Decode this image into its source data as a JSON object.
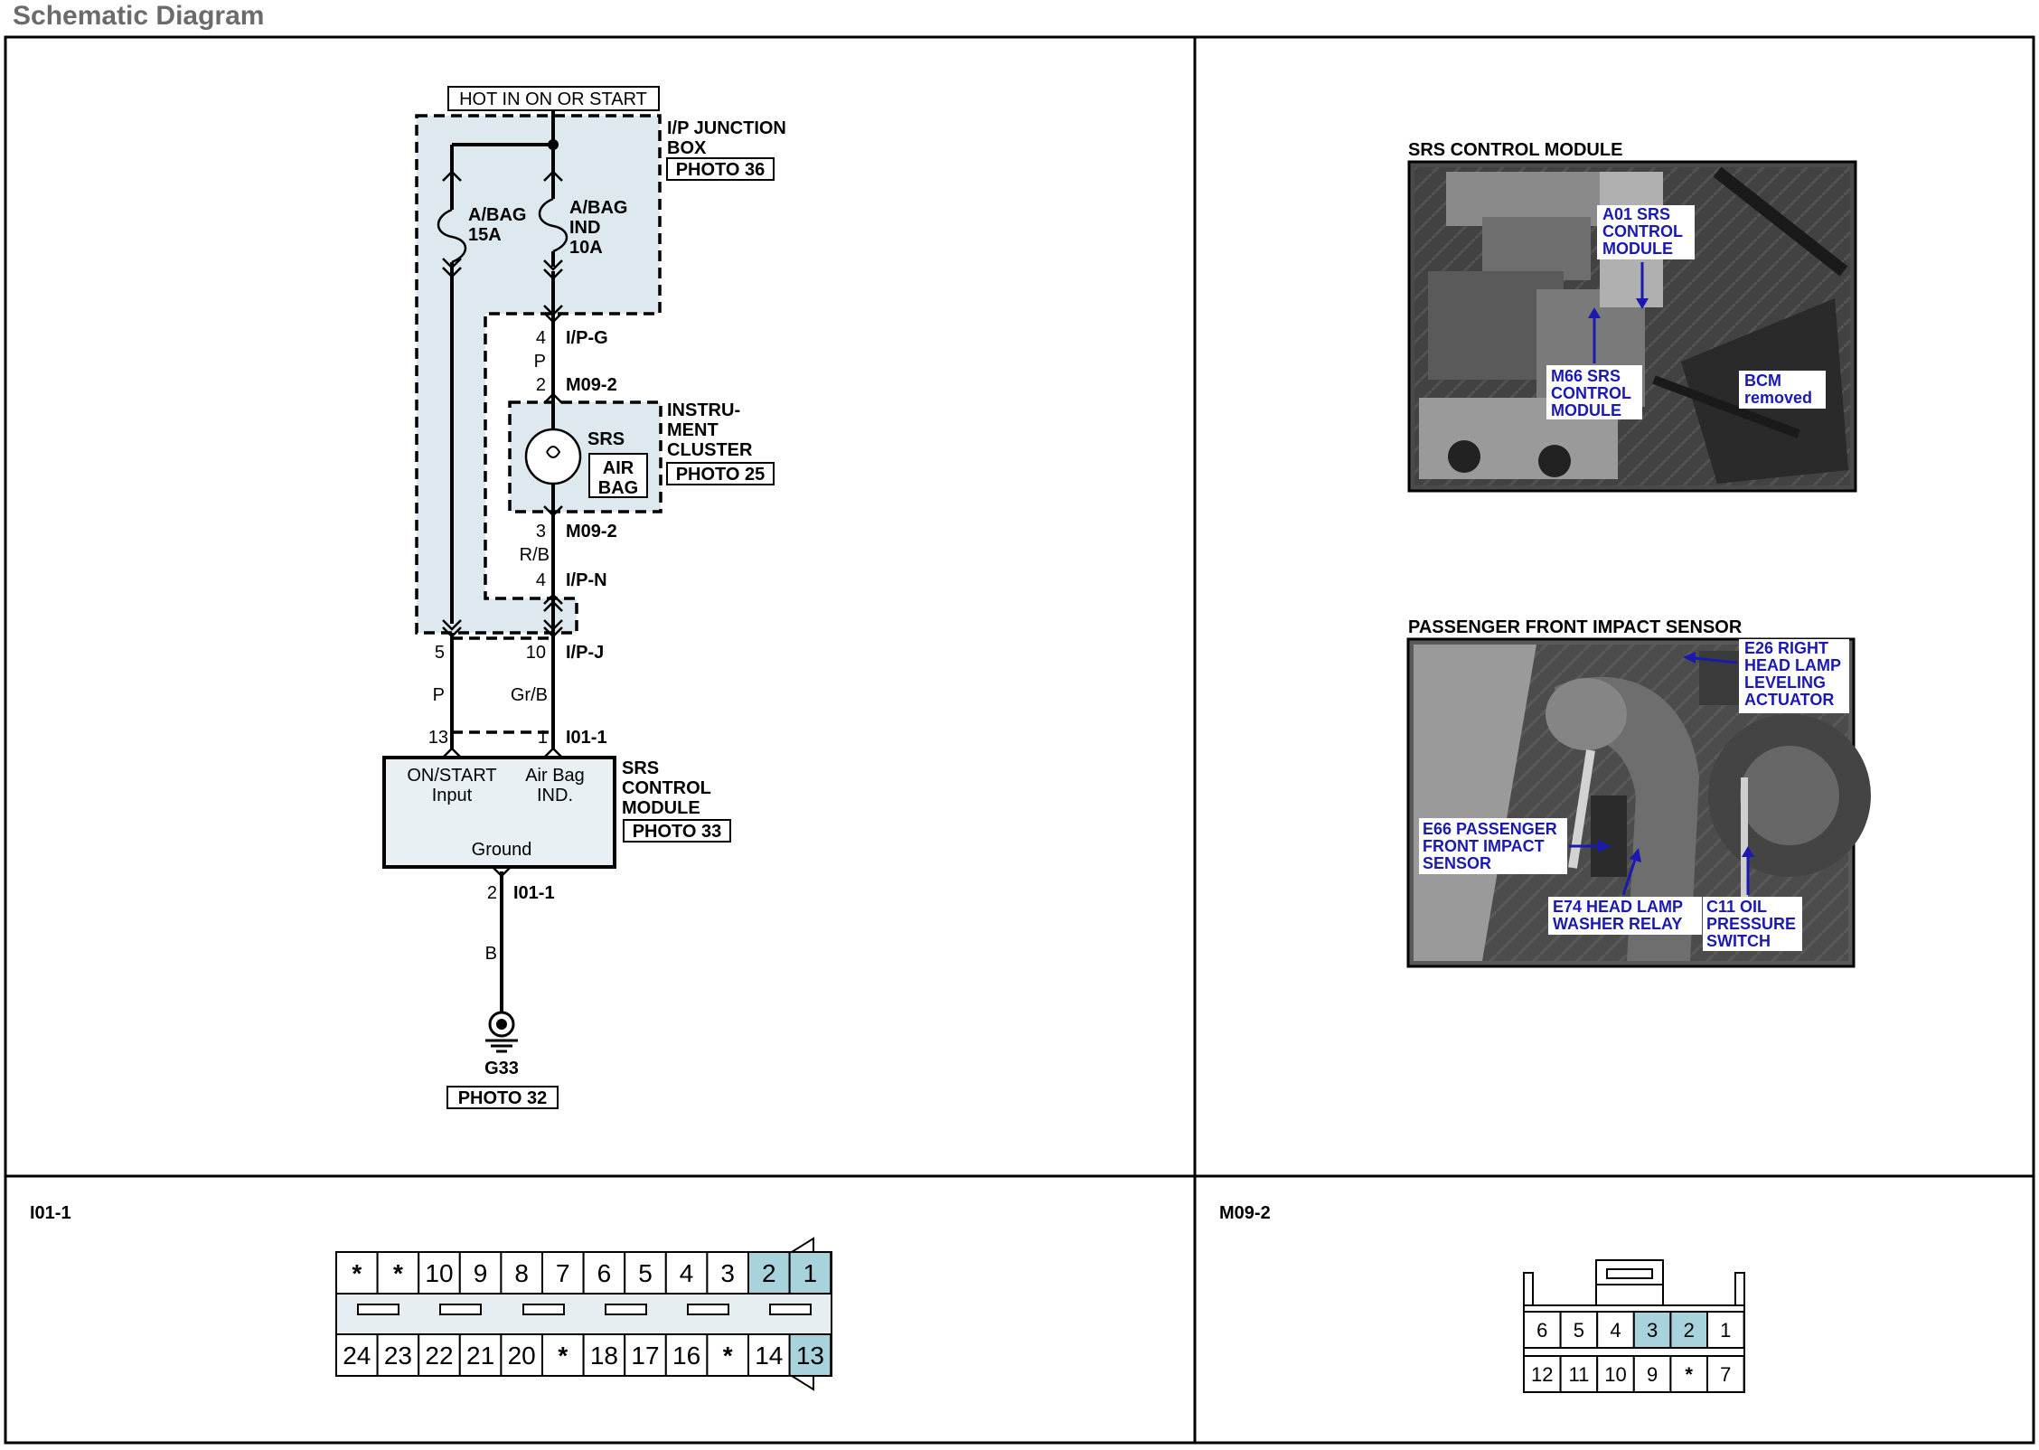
{
  "page_title": "Schematic Diagram",
  "schematic": {
    "power_label": "HOT IN ON OR START",
    "junction_box": {
      "name_line1": "I/P JUNCTION",
      "name_line2": "BOX",
      "photo": "PHOTO 36"
    },
    "fuse_left": {
      "line1": "A/BAG",
      "line2": "15A"
    },
    "fuse_right": {
      "line1": "A/BAG",
      "line2": "IND",
      "line3": "10A"
    },
    "conn_ipg": {
      "pin": "4",
      "name": "I/P-G"
    },
    "wire_p_top": "P",
    "conn_m09_top": {
      "pin": "2",
      "name": "M09-2"
    },
    "cluster": {
      "line1": "INSTRU-",
      "line2": "MENT",
      "line3": "CLUSTER",
      "photo": "PHOTO 25",
      "lamp_label": "SRS",
      "lamp_box1": "AIR",
      "lamp_box2": "BAG"
    },
    "conn_m09_bot": {
      "pin": "3",
      "name": "M09-2"
    },
    "wire_rb": "R/B",
    "conn_ipn": {
      "pin": "4",
      "name": "I/P-N"
    },
    "conn_ipj": {
      "pin_left": "5",
      "pin_right": "10",
      "name": "I/P-J"
    },
    "wire_p_left": "P",
    "wire_grb": "Gr/B",
    "conn_i01_top": {
      "pin_left": "13",
      "pin_right": "1",
      "name": "I01-1"
    },
    "module": {
      "input_line1": "ON/START",
      "input_line2": "Input",
      "ind_line1": "Air Bag",
      "ind_line2": "IND.",
      "ground": "Ground",
      "name_line1": "SRS",
      "name_line2": "CONTROL",
      "name_line3": "MODULE",
      "photo": "PHOTO 33"
    },
    "conn_i01_bot": {
      "pin": "2",
      "name": "I01-1"
    },
    "wire_b": "B",
    "ground": {
      "name": "G33",
      "photo": "PHOTO 32"
    }
  },
  "photo1": {
    "title": "SRS CONTROL MODULE",
    "callout_a01": [
      "A01 SRS",
      "CONTROL",
      "MODULE"
    ],
    "callout_m66": [
      "M66 SRS",
      "CONTROL",
      "MODULE"
    ],
    "callout_bcm": [
      "BCM",
      "removed"
    ]
  },
  "photo2": {
    "title": "PASSENGER FRONT IMPACT SENSOR",
    "callout_e26": [
      "E26 RIGHT",
      "HEAD LAMP",
      "LEVELING",
      "ACTUATOR"
    ],
    "callout_e66": [
      "E66 PASSENGER",
      "FRONT IMPACT",
      "SENSOR"
    ],
    "callout_e74": [
      "E74 HEAD LAMP",
      "WASHER RELAY"
    ],
    "callout_c11": [
      "C11 OIL",
      "PRESSURE",
      "SWITCH"
    ]
  },
  "connector_i01": {
    "title": "I01-1",
    "top_row": [
      "*",
      "*",
      "10",
      "9",
      "8",
      "7",
      "6",
      "5",
      "4",
      "3",
      "2",
      "1"
    ],
    "bottom_row": [
      "24",
      "23",
      "22",
      "21",
      "20",
      "*",
      "18",
      "17",
      "16",
      "*",
      "14",
      "13"
    ],
    "highlighted": [
      "2",
      "1",
      "13"
    ]
  },
  "connector_m09": {
    "title": "M09-2",
    "top_row": [
      "6",
      "5",
      "4",
      "3",
      "2",
      "1"
    ],
    "bottom_row": [
      "12",
      "11",
      "10",
      "9",
      "*",
      "7"
    ],
    "highlighted": [
      "3",
      "2"
    ]
  },
  "colors": {
    "highlight": "#a9d3dc",
    "shade": "#dde9ee",
    "callout_text": "#1a1ab0",
    "frame": "#000000",
    "title_gray": "#6b6b6b"
  }
}
